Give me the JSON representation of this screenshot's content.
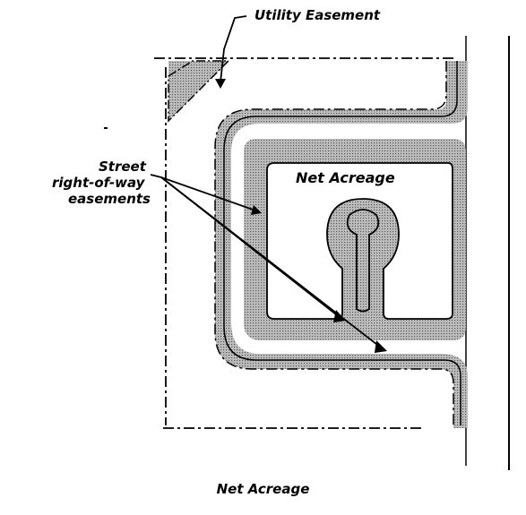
{
  "labels": {
    "utility_easement": "Utility Easement",
    "street_row_line1": "Street",
    "street_row_line2": "right-of-way",
    "street_row_line3": "easements",
    "net_acreage_inner": "Net Acreage"
  },
  "caption": "Net Acreage"
}
